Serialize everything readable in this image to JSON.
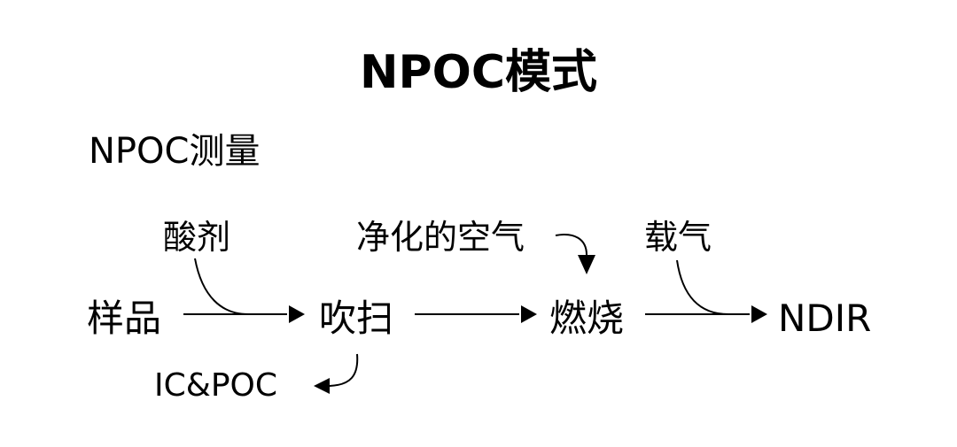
{
  "diagram": {
    "title": "NPOC模式",
    "subtitle": "NPOC测量",
    "nodes": {
      "sample": "样品",
      "purge": "吹扫",
      "combustion": "燃烧",
      "detector": "NDIR"
    },
    "inputs": {
      "acid": "酸剂",
      "purified_air": "净化的空气",
      "carrier_gas": "载气"
    },
    "outputs": {
      "vented": "IC&POC"
    },
    "colors": {
      "stroke": "#000000",
      "text": "#000000",
      "background": "#ffffff"
    }
  }
}
